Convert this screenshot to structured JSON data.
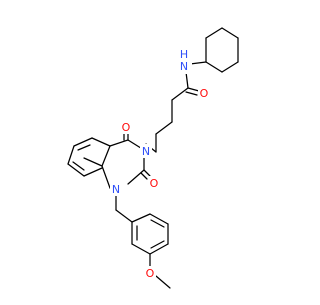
{
  "molecule": {
    "atom_labels": {
      "n_amide": "N",
      "h_amide": "H",
      "o_amide": "O",
      "o_c4": "O",
      "n3": "N",
      "o_c2": "O",
      "n1": "N",
      "o_methoxy": "O"
    },
    "colors": {
      "bond": "#000000",
      "nitrogen": "#3050F8",
      "oxygen": "#FF0D0D",
      "background": "#ffffff"
    }
  }
}
